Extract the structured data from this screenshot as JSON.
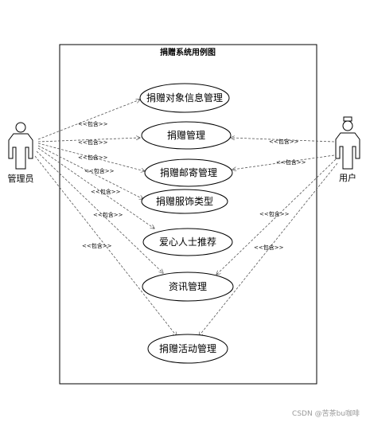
{
  "diagram": {
    "title": "捐赠系统用例图",
    "actors": {
      "admin": "管理员",
      "user": "用户"
    },
    "use_cases": [
      "捐赠对象信息管理",
      "捐赠管理",
      "捐赠邮寄管理",
      "捐赠服饰类型",
      "爱心人士推荐",
      "资讯管理",
      "捐赠活动管理"
    ],
    "edge_label": "<<包含>>"
  },
  "watermark": "CSDN @苦茶bu咖啡"
}
